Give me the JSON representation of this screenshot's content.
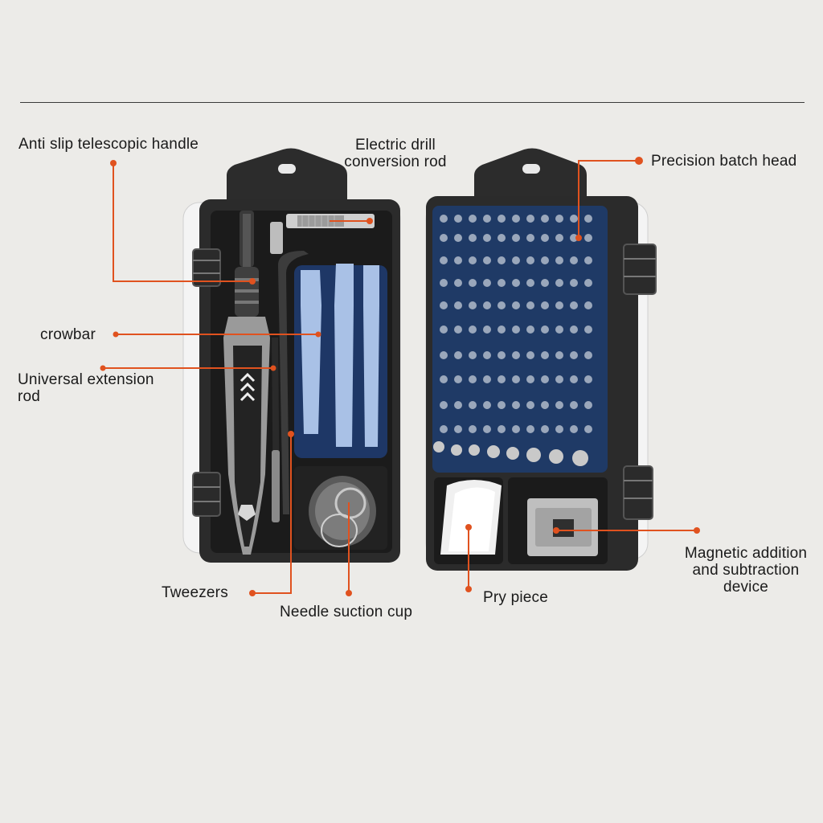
{
  "callouts": {
    "anti_slip_handle": "Anti slip telescopic handle",
    "electric_drill_line1": "Electric drill",
    "electric_drill_line2": "conversion rod",
    "precision_batch_head": "Precision batch head",
    "crowbar": "crowbar",
    "universal_extension_line1": "Universal extension",
    "universal_extension_line2": "rod",
    "tweezers": "Tweezers",
    "needle_suction_cup": "Needle suction cup",
    "pry_piece": "Pry piece",
    "magnetic_line1": "Magnetic addition",
    "magnetic_line2": "and subtraction",
    "magnetic_line3": "device"
  },
  "colors": {
    "background": "#ecebe8",
    "callout_accent": "#e0521f",
    "case_body": "#2b2b2b",
    "bit_tray": "#1f3a66",
    "tool_light_blue": "#a9c1e6"
  },
  "icons": {
    "callout_dot": "orange-dot",
    "product": "screwdriver-bit-set-case"
  }
}
